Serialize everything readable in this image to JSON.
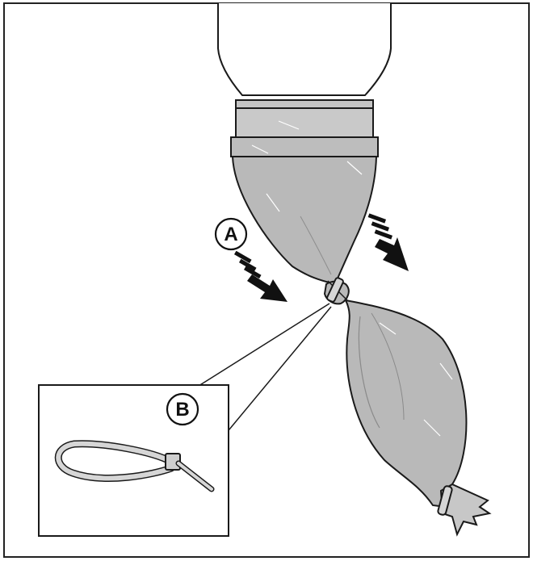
{
  "figure": {
    "callouts": [
      {
        "id": "A",
        "label": "A"
      },
      {
        "id": "B",
        "label": "B"
      }
    ]
  },
  "colors": {
    "outline": "#1a1a1a",
    "bag_fill": "#b9b9b9",
    "bag_fill_light": "#cfcfcf",
    "collar_fill": "#c4c4c4",
    "arrow_fill": "#111111",
    "tie_fill": "#d6d6d6",
    "frame": "#222222",
    "background": "#ffffff"
  },
  "icons": [
    "twist-arrow-left-icon",
    "twist-arrow-right-icon",
    "cable-tie-icon"
  ]
}
